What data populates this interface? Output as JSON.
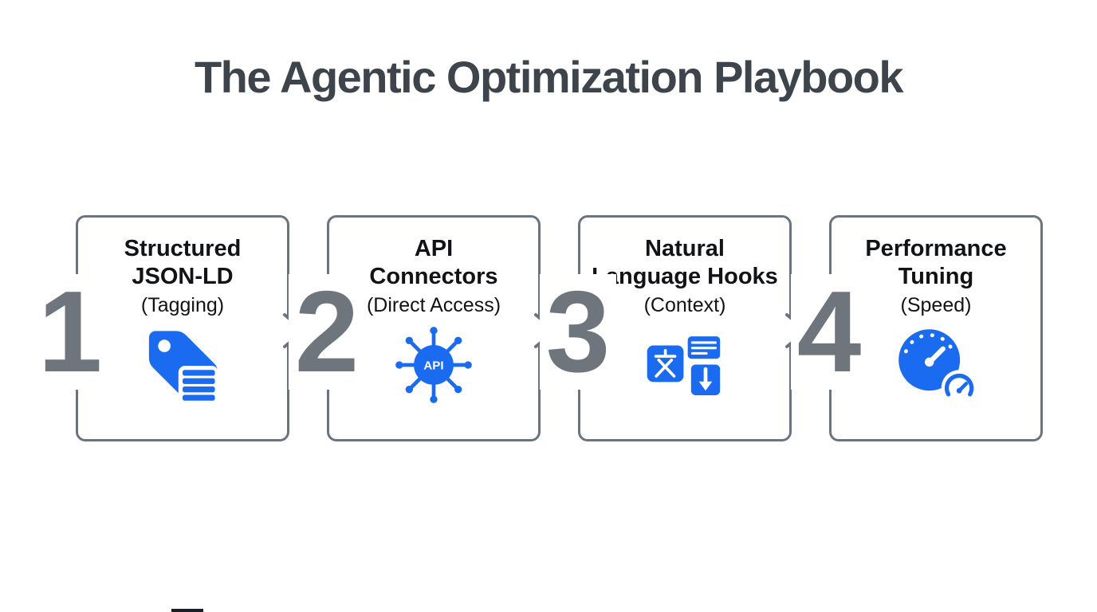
{
  "title": "The Agentic Optimization Playbook",
  "colors": {
    "accent": "#1a6bf0",
    "card_border": "#6b7280",
    "step_number": "#6e757d",
    "title_text": "#3d444c",
    "card_text": "#111316"
  },
  "steps": [
    {
      "number": "1",
      "title_line1": "Structured",
      "title_line2": "JSON-LD",
      "subtitle": "(Tagging)",
      "icon": "tag-icon"
    },
    {
      "number": "2",
      "title_line1": "API",
      "title_line2": "Connectors",
      "subtitle": "(Direct Access)",
      "icon": "api-hub-icon",
      "icon_label": "API"
    },
    {
      "number": "3",
      "title_line1": "Natural",
      "title_line2": "Language Hooks",
      "subtitle": "(Context)",
      "icon": "translate-icon"
    },
    {
      "number": "4",
      "title_line1": "Performance",
      "title_line2": "Tuning",
      "subtitle": "(Speed)",
      "icon": "speedometer-icon"
    }
  ]
}
